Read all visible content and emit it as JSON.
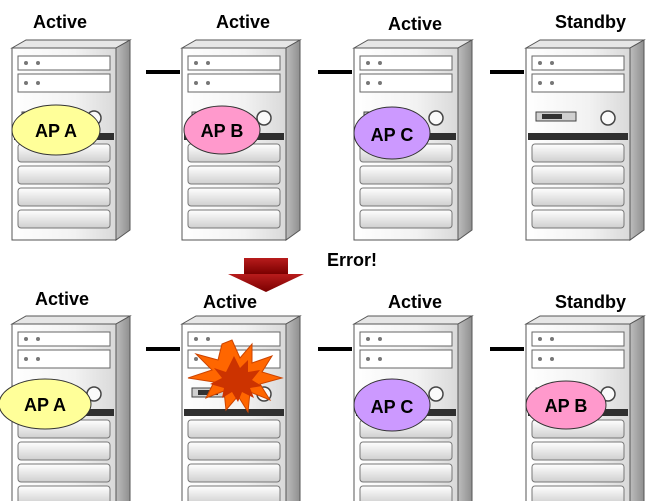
{
  "top_row": {
    "servers": [
      {
        "status": "Active",
        "app": "AP A",
        "app_color": "#ffff99"
      },
      {
        "status": "Active",
        "app": "AP B",
        "app_color": "#ff99cc"
      },
      {
        "status": "Active",
        "app": "AP C",
        "app_color": "#cc99ff"
      },
      {
        "status": "Standby",
        "app": ""
      }
    ]
  },
  "transition": {
    "label": "Error!",
    "arrow_color": "#990000"
  },
  "bottom_row": {
    "servers": [
      {
        "status": "Active",
        "app": "AP A",
        "app_color": "#ffff99"
      },
      {
        "status": "Active",
        "app": "",
        "error_icon": "explosion-icon"
      },
      {
        "status": "Active",
        "app": "AP C",
        "app_color": "#cc99ff"
      },
      {
        "status": "Standby",
        "app": "AP B",
        "app_color": "#ff99cc"
      }
    ]
  },
  "colors": {
    "line": "#000000",
    "explosion_outer": "#ff6600",
    "explosion_inner": "#cc3300"
  }
}
